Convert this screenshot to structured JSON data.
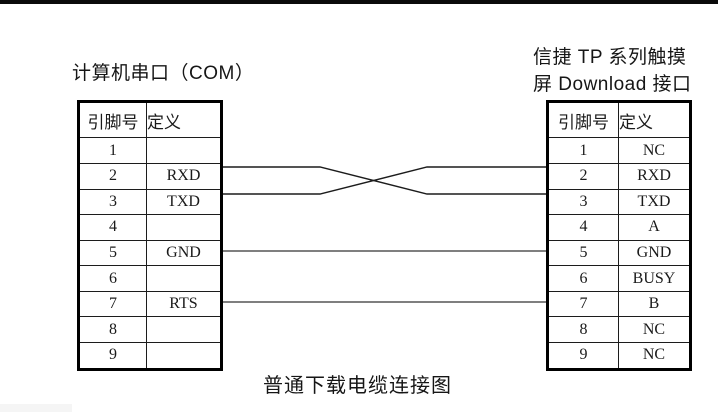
{
  "left_connector": {
    "title": "计算机串口（COM）",
    "col_headers": [
      "引脚号",
      "定义"
    ],
    "pins": [
      {
        "pin": "1",
        "def": ""
      },
      {
        "pin": "2",
        "def": "RXD"
      },
      {
        "pin": "3",
        "def": "TXD"
      },
      {
        "pin": "4",
        "def": ""
      },
      {
        "pin": "5",
        "def": "GND"
      },
      {
        "pin": "6",
        "def": ""
      },
      {
        "pin": "7",
        "def": "RTS"
      },
      {
        "pin": "8",
        "def": ""
      },
      {
        "pin": "9",
        "def": ""
      }
    ]
  },
  "right_connector": {
    "title_line1": "信捷 TP 系列触摸",
    "title_line2": "屏 Download 接口",
    "col_headers": [
      "引脚号",
      "定义"
    ],
    "pins": [
      {
        "pin": "1",
        "def": "NC"
      },
      {
        "pin": "2",
        "def": "RXD"
      },
      {
        "pin": "3",
        "def": "TXD"
      },
      {
        "pin": "4",
        "def": "A"
      },
      {
        "pin": "5",
        "def": "GND"
      },
      {
        "pin": "6",
        "def": "BUSY"
      },
      {
        "pin": "7",
        "def": "B"
      },
      {
        "pin": "8",
        "def": "NC"
      },
      {
        "pin": "9",
        "def": "NC"
      }
    ]
  },
  "connections": [
    {
      "left_pin": "2",
      "right_pin": "3",
      "style": "crossed"
    },
    {
      "left_pin": "3",
      "right_pin": "2",
      "style": "crossed"
    },
    {
      "left_pin": "5",
      "right_pin": "5",
      "style": "straight"
    },
    {
      "left_pin": "7",
      "right_pin": "7",
      "style": "straight"
    }
  ],
  "caption": "普通下载电缆连接图",
  "colors": {
    "wire_crossed": "#1c1c1c",
    "wire_straight": "#7f7f7f",
    "table_border": "#000000"
  }
}
